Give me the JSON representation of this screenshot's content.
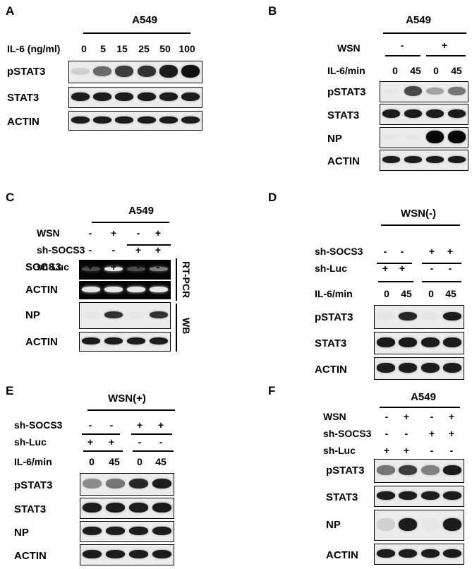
{
  "panels": {
    "A": {
      "label": "A",
      "cell": "A549",
      "conc_label": "IL-6 (ng/ml)",
      "concentrations": [
        "0",
        "5",
        "15",
        "25",
        "50",
        "100"
      ],
      "blots": [
        "pSTAT3",
        "STAT3",
        "ACTIN"
      ],
      "pstat3_levels": [
        0.1,
        0.55,
        0.75,
        0.8,
        0.9,
        0.95
      ]
    },
    "B": {
      "label": "B",
      "cell": "A549",
      "wsn_label": "WSN",
      "wsn_signs": [
        "-",
        "+"
      ],
      "time_label": "IL-6/min",
      "times": [
        "0",
        "45",
        "0",
        "45"
      ],
      "blots": [
        "pSTAT3",
        "STAT3",
        "NP",
        "ACTIN"
      ],
      "pstat3_levels": [
        0.0,
        0.7,
        0.3,
        0.5
      ],
      "np_levels": [
        0.0,
        0.0,
        1.0,
        1.0
      ]
    },
    "C": {
      "label": "C",
      "cell": "A549",
      "rows": [
        {
          "label": "WSN",
          "signs": [
            "-",
            "+",
            "-",
            "+"
          ]
        },
        {
          "label": "sh-SOCS3",
          "signs": [
            "-",
            "-",
            "+",
            "+"
          ]
        },
        {
          "label": "sh-Luc",
          "signs": [
            "+",
            "+",
            "-",
            "-"
          ]
        }
      ],
      "blots": [
        "SOCS3",
        "ACTIN",
        "NP",
        "ACTIN"
      ],
      "socs3_levels": [
        0.3,
        0.9,
        0.3,
        0.5
      ],
      "np_levels": [
        0.0,
        0.8,
        0.0,
        0.8
      ],
      "bracket_rtpcr": "RT-PCR",
      "bracket_wb": "WB"
    },
    "D": {
      "label": "D",
      "condition": "WSN(-)",
      "rows": [
        {
          "label": "sh-SOCS3",
          "signs": [
            "-",
            "-",
            "+",
            "+"
          ]
        },
        {
          "label": "sh-Luc",
          "signs": [
            "+",
            "+",
            "-",
            "-"
          ]
        }
      ],
      "time_label": "IL-6/min",
      "times": [
        "0",
        "45",
        "0",
        "45"
      ],
      "blots": [
        "pSTAT3",
        "STAT3",
        "ACTIN"
      ],
      "pstat3_levels": [
        0.0,
        0.85,
        0.0,
        0.9
      ]
    },
    "E": {
      "label": "E",
      "condition": "WSN(+)",
      "rows": [
        {
          "label": "sh-SOCS3",
          "signs": [
            "-",
            "-",
            "+",
            "+"
          ]
        },
        {
          "label": "sh-Luc",
          "signs": [
            "+",
            "+",
            "-",
            "-"
          ]
        }
      ],
      "time_label": "IL-6/min",
      "times": [
        "0",
        "45",
        "0",
        "45"
      ],
      "blots": [
        "pSTAT3",
        "STAT3",
        "NP",
        "ACTIN"
      ],
      "pstat3_levels": [
        0.4,
        0.5,
        0.85,
        0.9
      ]
    },
    "F": {
      "label": "F",
      "cell": "A549",
      "rows": [
        {
          "label": "WSN",
          "signs": [
            "-",
            "+",
            "-",
            "+"
          ]
        },
        {
          "label": "sh-SOCS3",
          "signs": [
            "-",
            "-",
            "+",
            "+"
          ]
        },
        {
          "label": "sh-Luc",
          "signs": [
            "+",
            "+",
            "-",
            "-"
          ]
        }
      ],
      "blots": [
        "pSTAT3",
        "STAT3",
        "NP",
        "ACTIN"
      ],
      "pstat3_levels": [
        0.5,
        0.75,
        0.45,
        0.9
      ],
      "np_levels": [
        0.1,
        0.9,
        0.0,
        0.9
      ]
    }
  }
}
